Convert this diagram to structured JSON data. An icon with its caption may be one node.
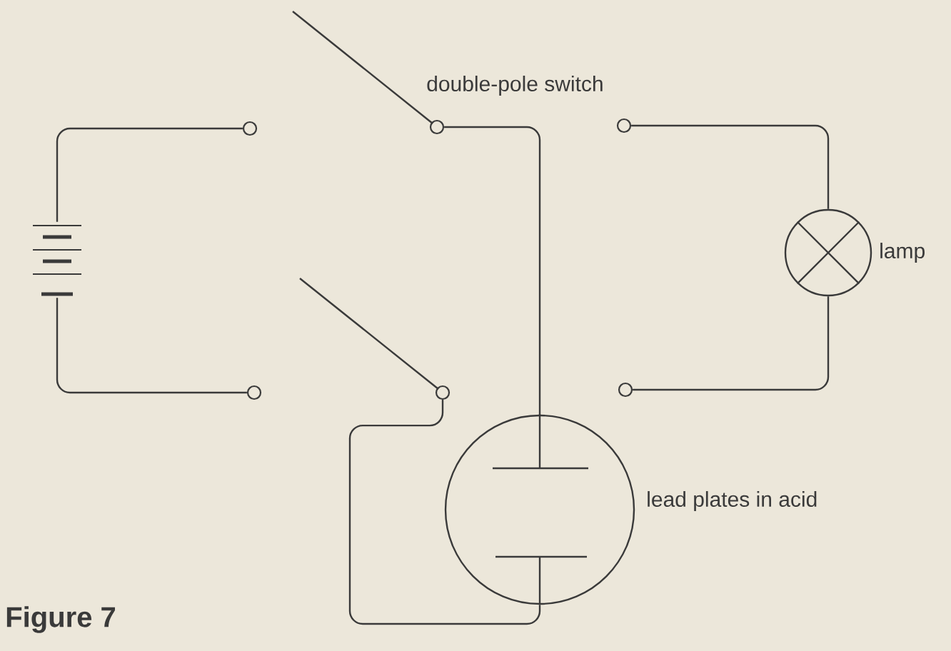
{
  "diagram": {
    "caption": "Figure 7",
    "nodes": [
      {
        "text": [],
        "shape": "battery"
      },
      {
        "text": [],
        "shape": "circle"
      },
      {
        "text": [],
        "shape": "circle"
      },
      {
        "text": [],
        "shape": "circle"
      },
      {
        "text": [],
        "shape": "circle"
      },
      {
        "text": [],
        "shape": "circle"
      },
      {
        "text": [],
        "shape": "circle"
      },
      {
        "text": [],
        "shape": "circle",
        "beside": [
          "lamp"
        ]
      },
      {
        "text": [],
        "shape": "circle",
        "beside": [
          "lead plates in acid"
        ]
      }
    ],
    "edges": [
      {
        "from": 0,
        "to": 1,
        "arrow": "none"
      },
      {
        "from": 0,
        "to": 2,
        "arrow": "none"
      },
      {
        "from": 3,
        "to": 8,
        "arrow": "none"
      },
      {
        "from": 4,
        "to": 8,
        "arrow": "none"
      },
      {
        "from": 5,
        "to": 7,
        "arrow": "none"
      },
      {
        "from": 6,
        "to": 7,
        "arrow": "none"
      }
    ],
    "labels": [
      "double-pole switch"
    ]
  }
}
